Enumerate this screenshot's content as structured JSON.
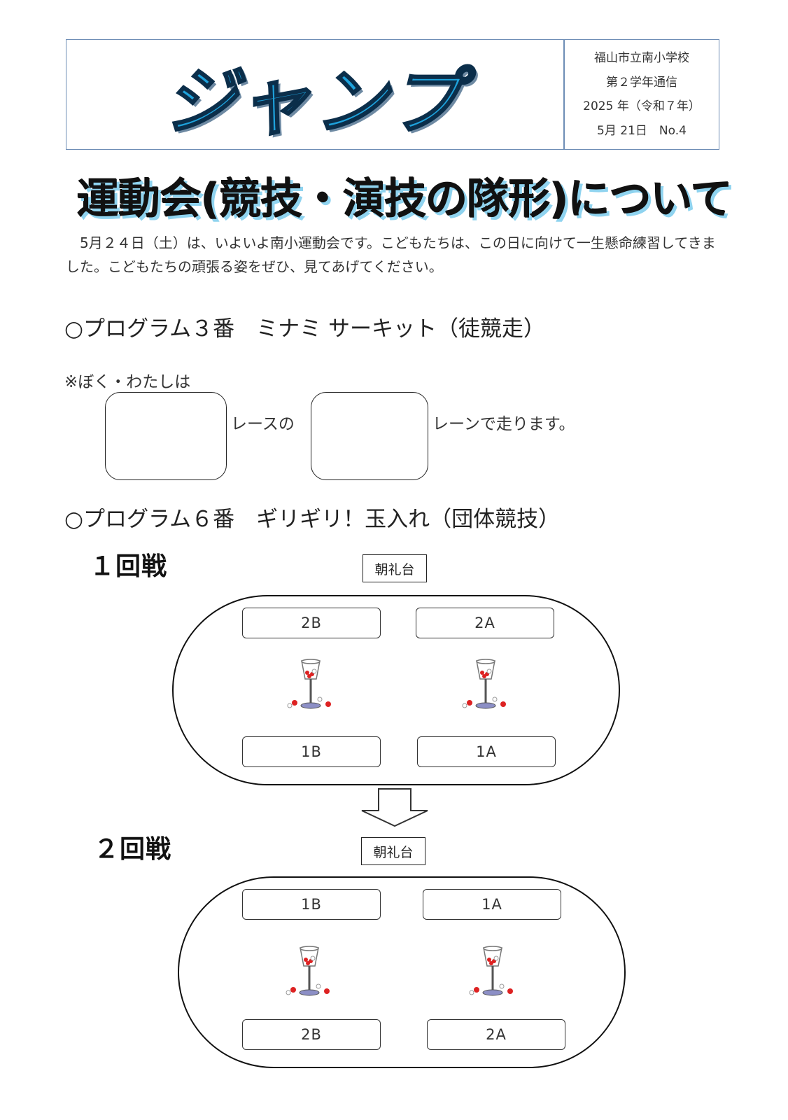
{
  "header": {
    "title": "ジャンプ",
    "school": "福山市立南小学校",
    "grade_letter": "第２学年通信",
    "year": "2025 年（令和７年）",
    "date_issue": "5月 21日　No.4"
  },
  "headline": "運動会(競技・演技の隊形)について",
  "intro": "　5月２４日（土）は、いよいよ南小運動会です。こどもたちは、この日に向けて一生懸命練習してきました。こどもたちの頑張る姿をぜひ、見てあげてください。",
  "program3": {
    "title": "○プログラム３番　ミナミ サーキット（徒競走）",
    "note": "※ぼく・わたしは",
    "text_race": "レースの",
    "text_lane": "レーンで走ります。"
  },
  "program6": {
    "title": "○プログラム６番　ギリギリ！玉入れ（団体競技）",
    "rounds": [
      {
        "label": "１回戦",
        "platform": "朝礼台",
        "teams_top": [
          "2B",
          "2A"
        ],
        "teams_bottom": [
          "1B",
          "1A"
        ]
      },
      {
        "label": "２回戦",
        "platform": "朝礼台",
        "teams_top": [
          "1B",
          "1A"
        ],
        "teams_bottom": [
          "2B",
          "2A"
        ]
      }
    ]
  }
}
